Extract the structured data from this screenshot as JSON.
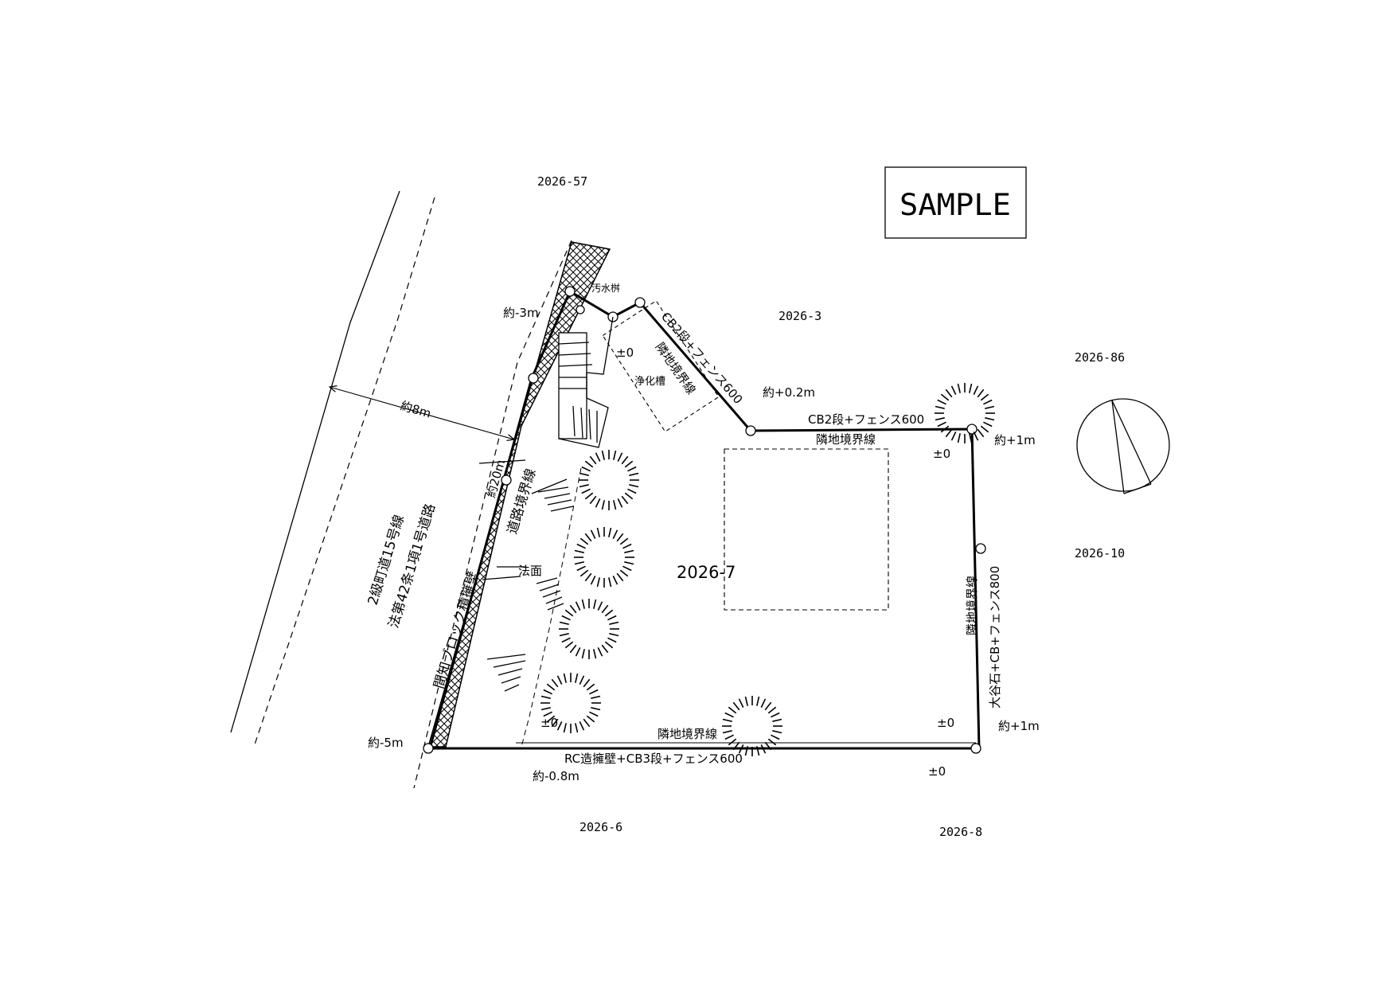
{
  "watermark": "SAMPLE",
  "parcels": {
    "main": "2026-7",
    "north": "2026-57",
    "northeast": "2026-3",
    "east_upper": "2026-86",
    "east_lower": "2026-10",
    "south": "2026-6",
    "southeast": "2026-8"
  },
  "road": {
    "line1": "2級町道15号線",
    "line2": "法第42条1項1号道路",
    "width": "約8m"
  },
  "walls": {
    "west": "間知ブロック積擁壁",
    "west_height": "約20m",
    "north": "CB2段+フェンス600",
    "east_top": "CB2段+フェンス600",
    "east": "大谷石+CB+フェンス800",
    "south": "RC造擁壁+CB3段+フェンス600"
  },
  "boundaries": {
    "road": "道路境界線",
    "north": "隣地境界線",
    "east_top": "隣地境界線",
    "east": "隣地境界線",
    "south": "隣地境界線"
  },
  "features": {
    "sewer_box": "汚水桝",
    "septic_tank": "浄化槽",
    "slope": "法面"
  },
  "elevations": {
    "nw_corner": "約-3m",
    "n_corner": "約+0.2m",
    "ne_corner": "約+1m",
    "se_corner": "約+1m",
    "sw_corner": "約-5m",
    "south_road": "約-0.8m",
    "zero_septic": "±0",
    "zero_ne": "±0",
    "zero_sw": "±0",
    "zero_se_inner": "±0",
    "zero_se_outer": "±0"
  }
}
